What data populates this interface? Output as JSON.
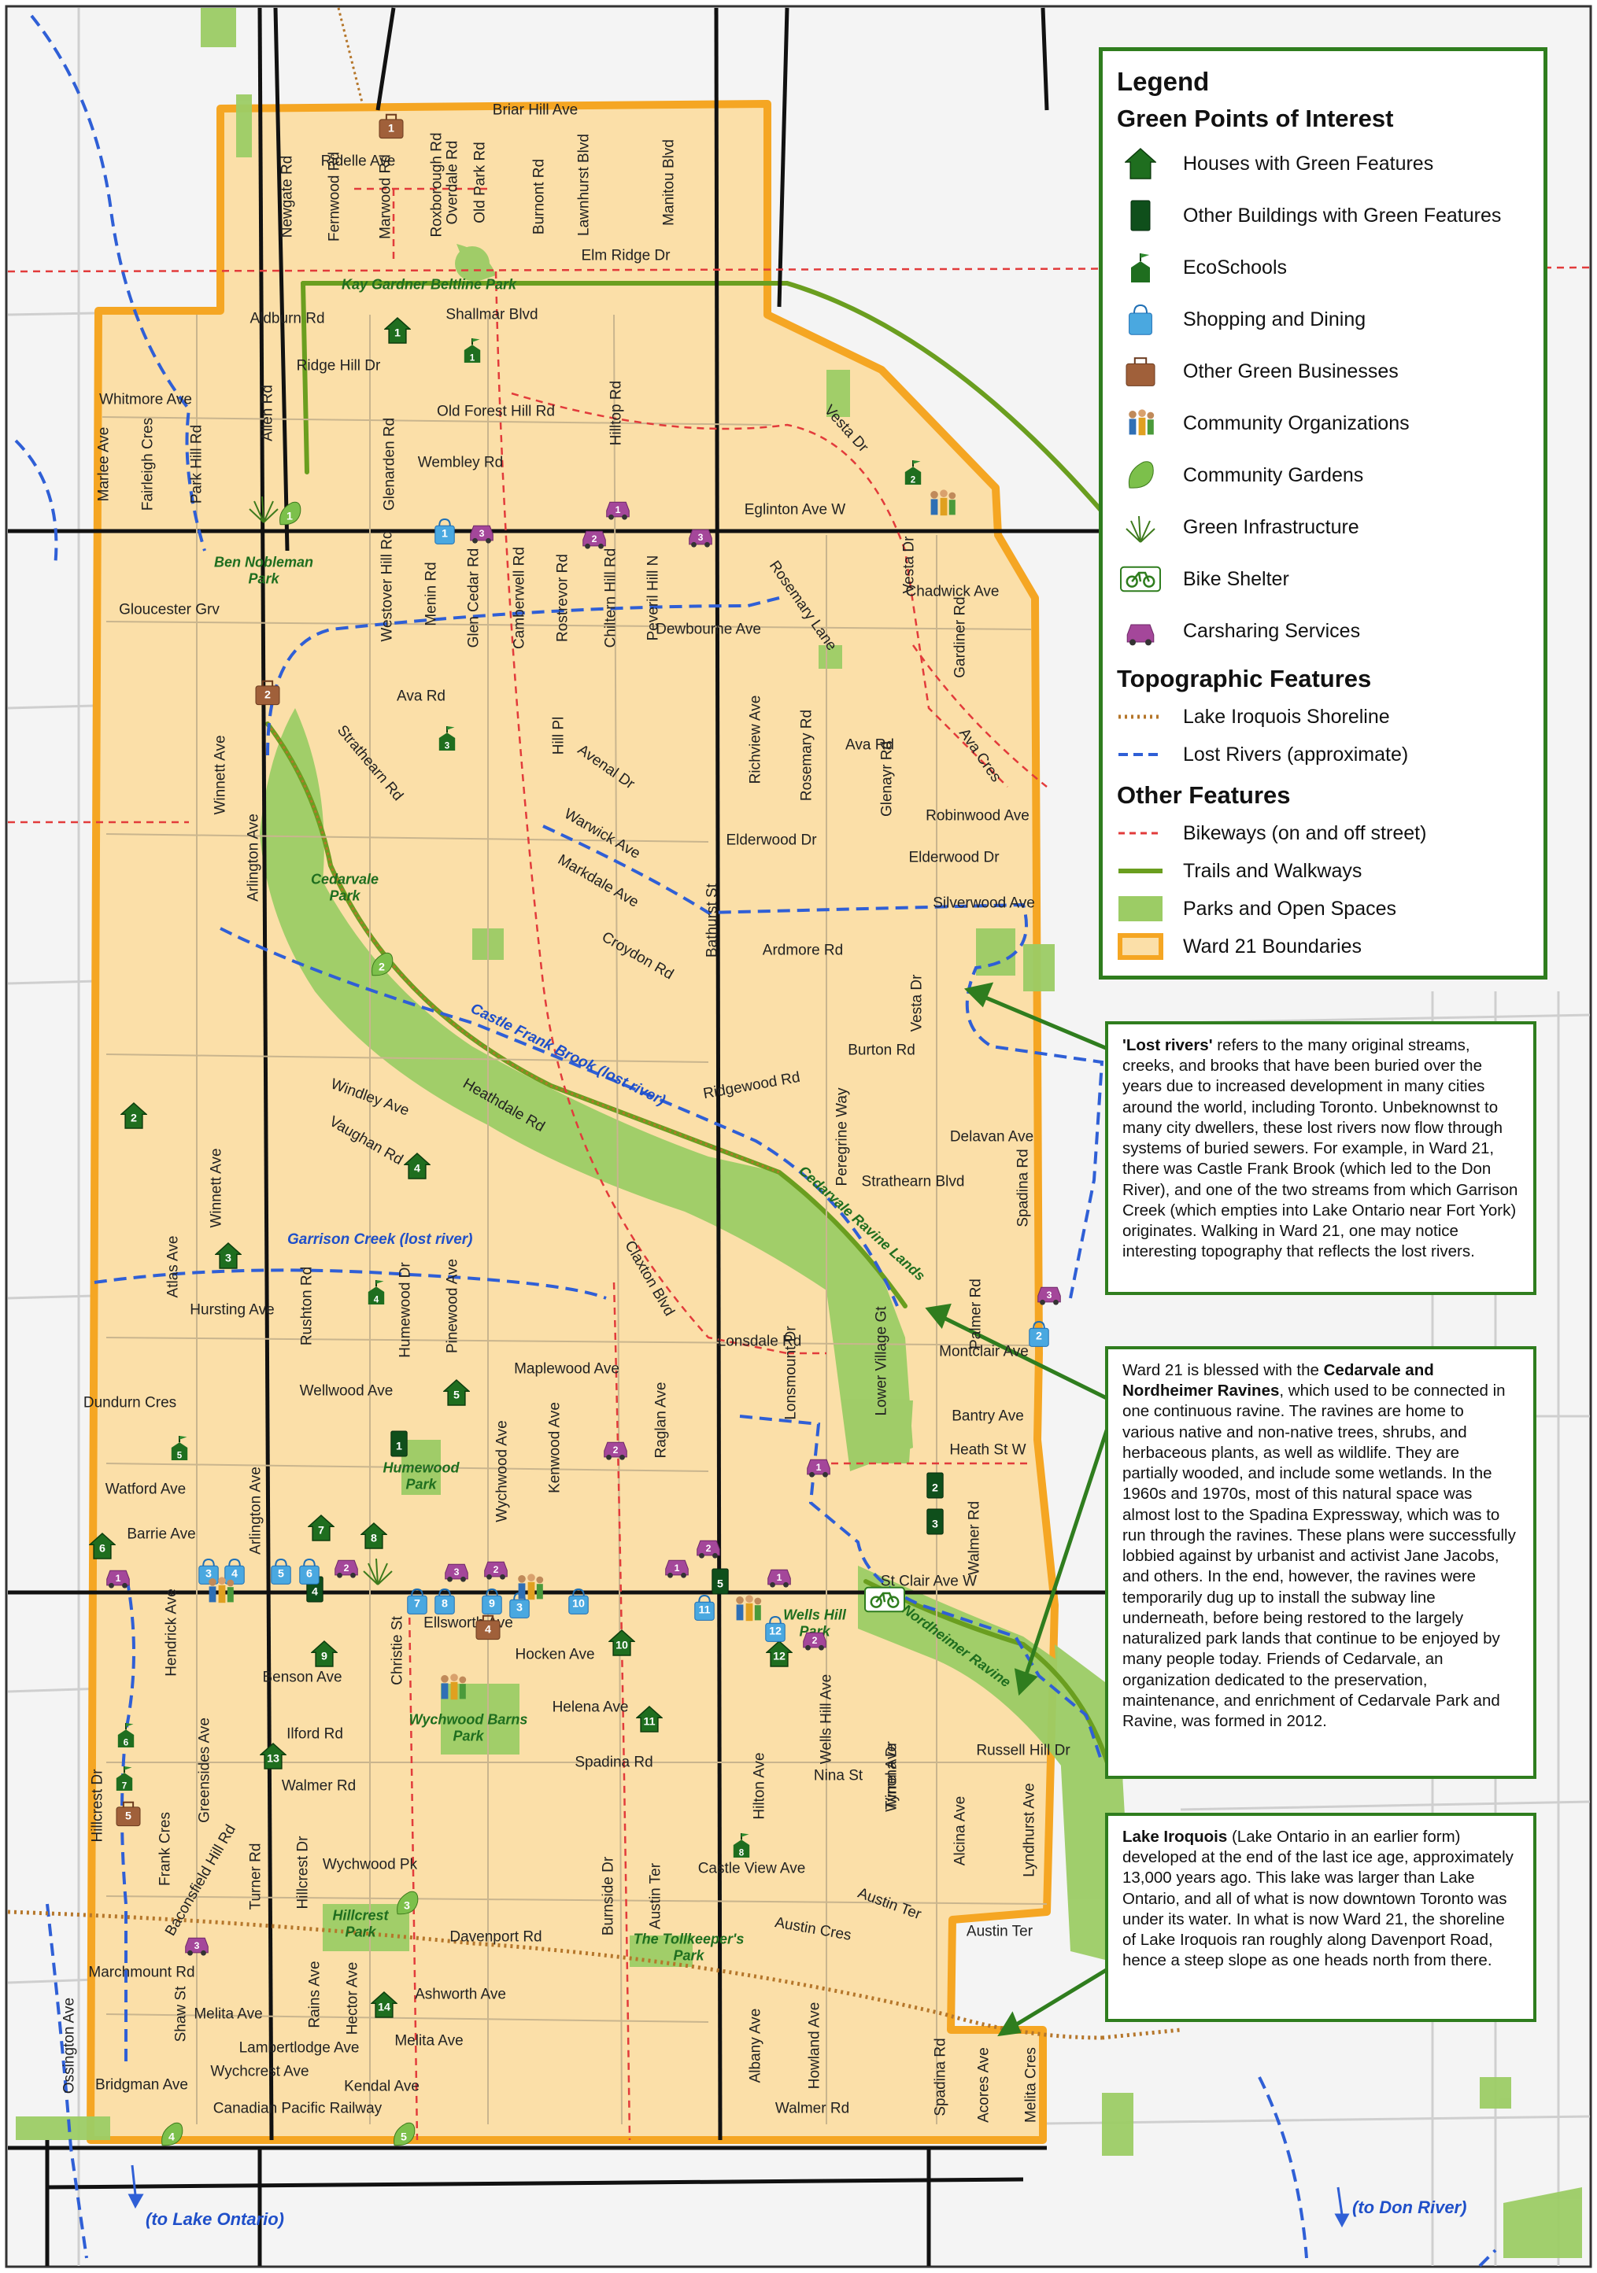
{
  "legend": {
    "title": "Legend",
    "sections": [
      {
        "heading": "Green Points of Interest",
        "items": [
          {
            "label": "Houses with Green Features",
            "icon": "house-icon"
          },
          {
            "label": "Other Buildings with Green Features",
            "icon": "building-icon"
          },
          {
            "label": "EcoSchools",
            "icon": "school-flag-icon"
          },
          {
            "label": "Shopping and Dining",
            "icon": "shopping-bag-icon"
          },
          {
            "label": "Other Green Businesses",
            "icon": "briefcase-icon"
          },
          {
            "label": "Community Organizations",
            "icon": "people-group-icon"
          },
          {
            "label": "Community Gardens",
            "icon": "leaf-icon"
          },
          {
            "label": "Green Infrastructure",
            "icon": "grass-icon"
          },
          {
            "label": "Bike Shelter",
            "icon": "bike-icon"
          },
          {
            "label": "Carsharing Services",
            "icon": "car-icon"
          }
        ]
      },
      {
        "heading": "Topographic Features",
        "items": [
          {
            "label": "Lake Iroquois Shoreline",
            "icon": "dotted-line-icon"
          },
          {
            "label": "Lost Rivers (approximate)",
            "icon": "dashed-blue-line-icon"
          }
        ]
      },
      {
        "heading": "Other Features",
        "items": [
          {
            "label": "Bikeways (on and off street)",
            "icon": "dashed-red-line-icon"
          },
          {
            "label": "Trails and Walkways",
            "icon": "green-line-icon"
          },
          {
            "label": "Parks and Open Spaces",
            "icon": "green-swatch-icon"
          },
          {
            "label": "Ward 21 Boundaries",
            "icon": "orange-swatch-icon"
          }
        ]
      }
    ]
  },
  "notes": {
    "lost_rivers": {
      "lead": "'Lost rivers'",
      "body": " refers to the many original streams, creeks, and brooks that have been buried over the years due to increased development in many cities around the world, including Toronto. Unbeknownst to many city dwellers, these lost rivers now flow through systems of buried sewers. For example, in Ward 21, there was Castle Frank Brook (which led to the Don River), and one of the two streams from which Garrison Creek (which empties into Lake Ontario near Fort York) originates. Walking in Ward 21, one may notice interesting topography that reflects the lost rivers."
    },
    "ravines": {
      "pre": "Ward 21 is blessed with the ",
      "lead": "Cedarvale and Nordheimer Ravines",
      "body": ", which used to be connected in one continuous ravine. The ravines are home to various native and non-native trees, shrubs, and herbaceous plants, as well as wildlife. They are partially wooded, and include some wetlands. In the 1960s and 1970s, most of this natural space was almost lost to the Spadina Expressway, which was to run through the ravines. These plans were successfully lobbied against by urbanist and activist Jane Jacobs, and others. In the end, however, the ravines were temporarily dug up to install the subway line underneath, before being restored to the largely naturalized park lands that continue to be enjoyed by many people today. Friends of Cedarvale, an organization dedicated to the preservation, maintenance, and enrichment of Cedarvale Park and Ravine, was formed in 2012."
    },
    "lake_iroquois": {
      "lead": "Lake Iroquois",
      "body": " (Lake Ontario in an earlier form) developed at the end of the last ice age, approximately 13,000 years ago.  This lake was larger than Lake Ontario, and all of what is now downtown Toronto was under its water. In what is now Ward 21, the shoreline of Lake Iroquois ran roughly along Davenport Road, hence a steep slope as one heads north from there."
    }
  },
  "outside_labels": {
    "to_lake_ontario": "(to Lake Ontario)",
    "to_don_river": "(to Don River)"
  },
  "river_labels": {
    "castle_frank": "Castle Frank Brook (lost river)",
    "garrison": "Garrison Creek (lost river)"
  },
  "parks": [
    {
      "text": "Kay Gardner Beltline Park"
    },
    {
      "text": "Ben Nobleman\nPark"
    },
    {
      "text": "Cedarvale\nPark"
    },
    {
      "text": "Cedarvale Ravine Lands"
    },
    {
      "text": "Humewood\nPark"
    },
    {
      "text": "Wells Hill\nPark"
    },
    {
      "text": "Nordheimer Ravine"
    },
    {
      "text": "Wychwood Barns\nPark"
    },
    {
      "text": "Hillcrest\nPark"
    },
    {
      "text": "The Tollkeeper's\nPark"
    }
  ],
  "streets": [
    {
      "text": "Briar Hill Ave"
    },
    {
      "text": "Ridelle Ave"
    },
    {
      "text": "Newgate Rd"
    },
    {
      "text": "Fernwood Rd"
    },
    {
      "text": "Marwood Rd"
    },
    {
      "text": "Roxborough Rd"
    },
    {
      "text": "Overdale Rd"
    },
    {
      "text": "Old Park Rd"
    },
    {
      "text": "Burnont Rd"
    },
    {
      "text": "Lawnhurst Blvd"
    },
    {
      "text": "Manitou Blvd"
    },
    {
      "text": "Elm Ridge Dr"
    },
    {
      "text": "Aldburn Rd"
    },
    {
      "text": "Shallmar Blvd"
    },
    {
      "text": "Ridge Hill Dr"
    },
    {
      "text": "Whitmore Ave"
    },
    {
      "text": "Allen Rd"
    },
    {
      "text": "Glenarden Rd"
    },
    {
      "text": "Old Forest Hill Rd"
    },
    {
      "text": "Hilltop Rd"
    },
    {
      "text": "Vesta Dr"
    },
    {
      "text": "Wembley Rd"
    },
    {
      "text": "Marlee Ave"
    },
    {
      "text": "Fairleigh Cres"
    },
    {
      "text": "Park Hill Rd"
    },
    {
      "text": "Eglinton Ave W"
    },
    {
      "text": "Westover Hill Rd"
    },
    {
      "text": "Menin Rd"
    },
    {
      "text": "Glen Cedar Rd"
    },
    {
      "text": "Camberwell Rd"
    },
    {
      "text": "Rostrevor Rd"
    },
    {
      "text": "Chiltern Hill Rd"
    },
    {
      "text": "Peveril Hill N"
    },
    {
      "text": "Rosemary Lane"
    },
    {
      "text": "Vesta Dr"
    },
    {
      "text": "Chadwick Ave"
    },
    {
      "text": "Gloucester Grv"
    },
    {
      "text": "Dewbourne Ave"
    },
    {
      "text": "Gardiner Rd"
    },
    {
      "text": "Ava Rd"
    },
    {
      "text": "Strathearn Rd"
    },
    {
      "text": "Hill Pl"
    },
    {
      "text": "Avenal Dr"
    },
    {
      "text": "Richview Ave"
    },
    {
      "text": "Rosemary Rd"
    },
    {
      "text": "Ava Rd"
    },
    {
      "text": "Glenayr Rd"
    },
    {
      "text": "Ava Cres"
    },
    {
      "text": "Winnett Ave"
    },
    {
      "text": "Arlington Ave"
    },
    {
      "text": "Warwick Ave"
    },
    {
      "text": "Elderwood Dr"
    },
    {
      "text": "Robinwood Ave"
    },
    {
      "text": "Elderwood Dr"
    },
    {
      "text": "Markdale Ave"
    },
    {
      "text": "Bathurst St"
    },
    {
      "text": "Silverwood Ave"
    },
    {
      "text": "Croydon Rd"
    },
    {
      "text": "Ardmore Rd"
    },
    {
      "text": "Vesta Dr"
    },
    {
      "text": "Burton Rd"
    },
    {
      "text": "Windley Ave"
    },
    {
      "text": "Heathdale Rd"
    },
    {
      "text": "Ridgewood Rd"
    },
    {
      "text": "Peregrine Way"
    },
    {
      "text": "Delavan Ave"
    },
    {
      "text": "Vaughan Rd"
    },
    {
      "text": "Strathearn Blvd"
    },
    {
      "text": "Spadina Rd"
    },
    {
      "text": "Winnett Ave"
    },
    {
      "text": "Atlas Ave"
    },
    {
      "text": "Claxton Blvd"
    },
    {
      "text": "Palmer Rd"
    },
    {
      "text": "Hursting Ave"
    },
    {
      "text": "Rushton Rd"
    },
    {
      "text": "Humewood Dr"
    },
    {
      "text": "Pinewood Ave"
    },
    {
      "text": "Lonsdale Rd"
    },
    {
      "text": "Lonsmount Dr"
    },
    {
      "text": "Lower Village Gt"
    },
    {
      "text": "Montclair Ave"
    },
    {
      "text": "Maplewood Ave"
    },
    {
      "text": "Wellwood Ave"
    },
    {
      "text": "Bantry Ave"
    },
    {
      "text": "Dundurn Cres"
    },
    {
      "text": "Raglan Ave"
    },
    {
      "text": "Heath St W"
    },
    {
      "text": "Kenwood Ave"
    },
    {
      "text": "Wychwood Ave"
    },
    {
      "text": "Watford Ave"
    },
    {
      "text": "Arlington Ave"
    },
    {
      "text": "Walmer Rd"
    },
    {
      "text": "Barrie Ave"
    },
    {
      "text": "St Clair Ave W"
    },
    {
      "text": "Hendrick Ave"
    },
    {
      "text": "Ellsworth Ave"
    },
    {
      "text": "Christie St"
    },
    {
      "text": "Hocken Ave"
    },
    {
      "text": "Benson Ave"
    },
    {
      "text": "Greensides Ave"
    },
    {
      "text": "Helena Ave"
    },
    {
      "text": "Wells Hill Ave"
    },
    {
      "text": "Russell Hill Dr"
    },
    {
      "text": "Ilford Rd"
    },
    {
      "text": "Hilton Ave"
    },
    {
      "text": "Nina St"
    },
    {
      "text": "Tyrrel Ave"
    },
    {
      "text": "Alcina Ave"
    },
    {
      "text": "Lyndhurst Ave"
    },
    {
      "text": "Walmer Rd"
    },
    {
      "text": "Spadina Rd"
    },
    {
      "text": "Winona Dr"
    },
    {
      "text": "Hillcrest Dr"
    },
    {
      "text": "Frank Cres"
    },
    {
      "text": "Turner Rd"
    },
    {
      "text": "Hillcrest Dr"
    },
    {
      "text": "Wychwood Pk"
    },
    {
      "text": "Burnside Dr"
    },
    {
      "text": "Austin Ter"
    },
    {
      "text": "Castle View Ave"
    },
    {
      "text": "Baconsfield Hill Rd"
    },
    {
      "text": "Austin Cres"
    },
    {
      "text": "Austin Ter"
    },
    {
      "text": "Austin Ter"
    },
    {
      "text": "Davenport Rd"
    },
    {
      "text": "Marchmount Rd"
    },
    {
      "text": "Rains Ave"
    },
    {
      "text": "Hector Ave"
    },
    {
      "text": "Ashworth Ave"
    },
    {
      "text": "Shaw St"
    },
    {
      "text": "Melita Ave"
    },
    {
      "text": "Lambertlodge Ave"
    },
    {
      "text": "Melita Ave"
    },
    {
      "text": "Albany Ave"
    },
    {
      "text": "Howland Ave"
    },
    {
      "text": "Ossington Ave"
    },
    {
      "text": "Wychcrest Ave"
    },
    {
      "text": "Kendal Ave"
    },
    {
      "text": "Walmer Rd"
    },
    {
      "text": "Spadina Rd"
    },
    {
      "text": "Acores Ave"
    },
    {
      "text": "Melita Cres"
    },
    {
      "text": "Bridgman Ave"
    },
    {
      "text": "Canadian Pacific Railway"
    }
  ],
  "poi_numbers": {
    "briefcase": [
      "1",
      "2",
      "4",
      "5"
    ],
    "house": [
      "1",
      "2",
      "3",
      "4",
      "5",
      "6",
      "7",
      "8",
      "9",
      "10",
      "11",
      "12",
      "13",
      "14"
    ],
    "school": [
      "1",
      "2",
      "3",
      "4",
      "5",
      "6",
      "7",
      "8"
    ],
    "leaf": [
      "1",
      "2",
      "3",
      "4",
      "5"
    ],
    "building": [
      "1",
      "2",
      "3",
      "4",
      "5"
    ],
    "shop": [
      "1",
      "2",
      "3",
      "4",
      "5",
      "6",
      "7",
      "8",
      "9",
      "10",
      "11",
      "12",
      "3"
    ],
    "car": [
      "1",
      "2",
      "3",
      "1",
      "2",
      "3",
      "3",
      "1",
      "2",
      "2",
      "1",
      "2",
      "3",
      "2",
      "1",
      "3"
    ]
  },
  "colors": {
    "ward_fill": "#fbdfa8",
    "ward_border": "#f5a623",
    "park": "#9ccc65",
    "trail": "#6a9e1f",
    "bikeway": "#e23b3b",
    "lost_river": "#2f5fd6",
    "shoreline": "#b5762a",
    "road": "#111111",
    "frame": "#2f7d1e"
  }
}
